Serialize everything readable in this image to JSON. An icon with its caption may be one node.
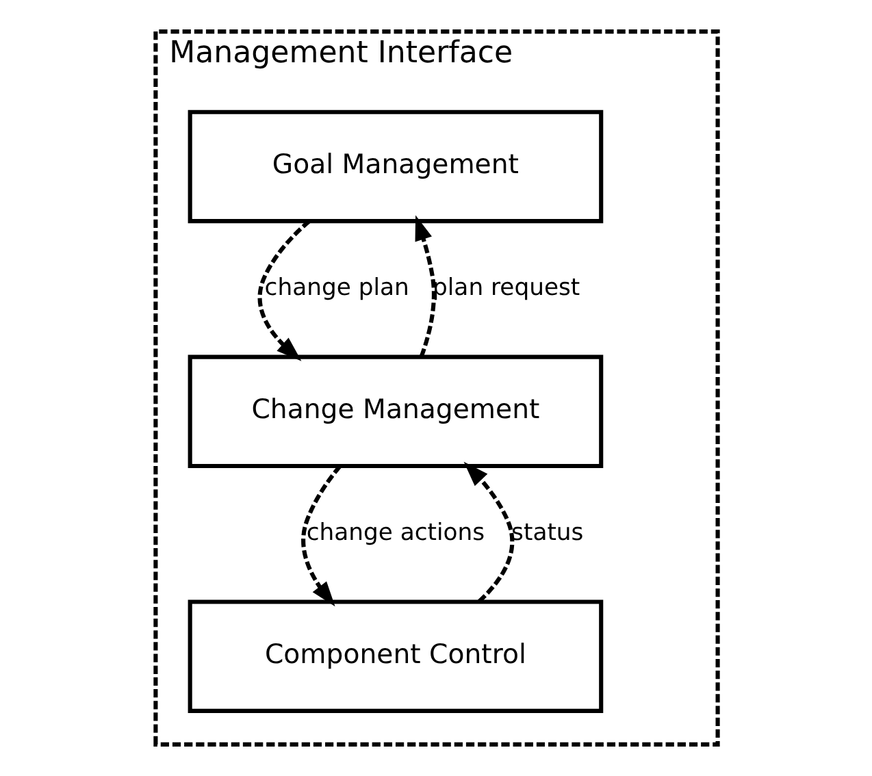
{
  "diagram": {
    "nodes": [
      {
        "text": [
          "Management Interface"
        ]
      },
      {
        "text": [
          "Goal Management"
        ],
        "in": 0
      },
      {
        "text": [
          "Change Management"
        ],
        "in": 0
      },
      {
        "text": [
          "Component Control"
        ],
        "in": 0
      }
    ],
    "edges": [
      {
        "from": 2,
        "to": 1,
        "arrow": "to",
        "label": "plan request",
        "style": "dashed"
      },
      {
        "from": 1,
        "to": 2,
        "arrow": "to",
        "label": "change plan",
        "style": "dashed"
      },
      {
        "from": 3,
        "to": 2,
        "arrow": "to",
        "label": "status",
        "style": "dashed"
      },
      {
        "from": 2,
        "to": 3,
        "arrow": "to",
        "label": "change actions",
        "style": "dashed"
      }
    ]
  }
}
